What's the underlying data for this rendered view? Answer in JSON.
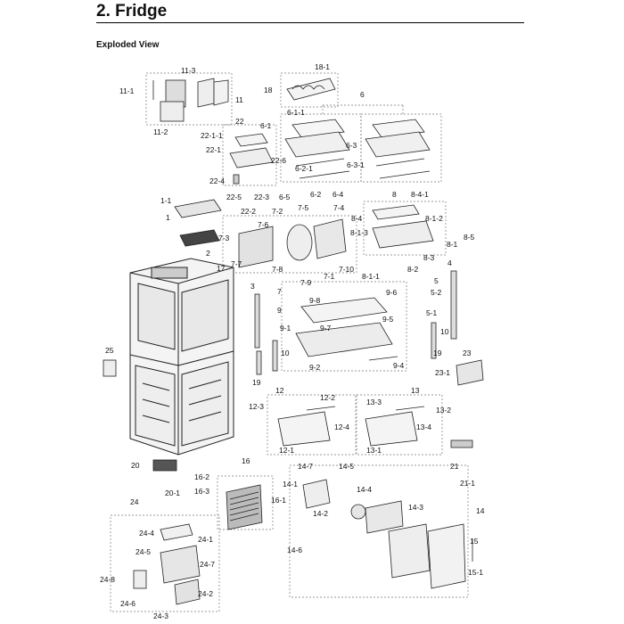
{
  "header": {
    "title": "2.  Fridge",
    "subtitle": "Exploded View"
  },
  "callouts": [
    {
      "id": "c-18-1",
      "text": "18-1"
    },
    {
      "id": "c-18",
      "text": "18"
    },
    {
      "id": "c-6",
      "text": "6"
    },
    {
      "id": "c-11-1",
      "text": "11-1"
    },
    {
      "id": "c-11-3",
      "text": "11-3"
    },
    {
      "id": "c-11",
      "text": "11"
    },
    {
      "id": "c-11-2",
      "text": "11-2"
    },
    {
      "id": "c-6-1-1",
      "text": "6-1-1"
    },
    {
      "id": "c-22",
      "text": "22"
    },
    {
      "id": "c-22-1-1",
      "text": "22-1-1"
    },
    {
      "id": "c-6-1",
      "text": "6-1"
    },
    {
      "id": "c-22-1",
      "text": "22-1"
    },
    {
      "id": "c-6-3",
      "text": "6-3"
    },
    {
      "id": "c-22-6",
      "text": "22-6"
    },
    {
      "id": "c-6-2-1",
      "text": "6-2-1"
    },
    {
      "id": "c-6-3-1",
      "text": "6-3-1"
    },
    {
      "id": "c-22-4",
      "text": "22-4"
    },
    {
      "id": "c-22-5",
      "text": "22-5"
    },
    {
      "id": "c-22-3",
      "text": "22-3"
    },
    {
      "id": "c-6-5",
      "text": "6-5"
    },
    {
      "id": "c-6-2",
      "text": "6-2"
    },
    {
      "id": "c-6-4",
      "text": "6-4"
    },
    {
      "id": "c-8",
      "text": "8"
    },
    {
      "id": "c-8-4-1",
      "text": "8-4-1"
    },
    {
      "id": "c-1-1",
      "text": "1-1"
    },
    {
      "id": "c-1",
      "text": "1"
    },
    {
      "id": "c-22-2",
      "text": "22-2"
    },
    {
      "id": "c-7-2",
      "text": "7-2"
    },
    {
      "id": "c-7-5",
      "text": "7-5"
    },
    {
      "id": "c-7-4",
      "text": "7-4"
    },
    {
      "id": "c-8-4",
      "text": "8-4"
    },
    {
      "id": "c-8-1-2",
      "text": "8-1-2"
    },
    {
      "id": "c-7-6",
      "text": "7-6"
    },
    {
      "id": "c-8-1-3",
      "text": "8-1-3"
    },
    {
      "id": "c-8-5",
      "text": "8-5"
    },
    {
      "id": "c-7-3",
      "text": "7-3"
    },
    {
      "id": "c-8-1",
      "text": "8-1"
    },
    {
      "id": "c-2",
      "text": "2"
    },
    {
      "id": "c-8-3",
      "text": "8-3"
    },
    {
      "id": "c-7-7",
      "text": "7-7"
    },
    {
      "id": "c-17",
      "text": "17"
    },
    {
      "id": "c-7-8",
      "text": "7-8"
    },
    {
      "id": "c-7-10",
      "text": "7-10"
    },
    {
      "id": "c-8-2",
      "text": "8-2"
    },
    {
      "id": "c-4",
      "text": "4"
    },
    {
      "id": "c-7-1",
      "text": "7-1"
    },
    {
      "id": "c-8-1-1",
      "text": "8-1-1"
    },
    {
      "id": "c-7-9",
      "text": "7-9"
    },
    {
      "id": "c-5",
      "text": "5"
    },
    {
      "id": "c-3",
      "text": "3"
    },
    {
      "id": "c-7",
      "text": "7"
    },
    {
      "id": "c-9-6",
      "text": "9-6"
    },
    {
      "id": "c-5-2",
      "text": "5-2"
    },
    {
      "id": "c-9-8",
      "text": "9-8"
    },
    {
      "id": "c-9",
      "text": "9"
    },
    {
      "id": "c-5-1",
      "text": "5-1"
    },
    {
      "id": "c-9-5",
      "text": "9-5"
    },
    {
      "id": "c-9-1",
      "text": "9-1"
    },
    {
      "id": "c-9-7",
      "text": "9-7"
    },
    {
      "id": "c-10-right",
      "text": "10"
    },
    {
      "id": "c-25",
      "text": "25"
    },
    {
      "id": "c-10",
      "text": "10"
    },
    {
      "id": "c-19-right",
      "text": "19"
    },
    {
      "id": "c-23",
      "text": "23"
    },
    {
      "id": "c-9-2",
      "text": "9-2"
    },
    {
      "id": "c-9-4",
      "text": "9-4"
    },
    {
      "id": "c-23-1",
      "text": "23-1"
    },
    {
      "id": "c-19",
      "text": "19"
    },
    {
      "id": "c-12",
      "text": "12"
    },
    {
      "id": "c-13",
      "text": "13"
    },
    {
      "id": "c-12-2",
      "text": "12-2"
    },
    {
      "id": "c-13-3",
      "text": "13-3"
    },
    {
      "id": "c-12-3",
      "text": "12-3"
    },
    {
      "id": "c-13-2",
      "text": "13-2"
    },
    {
      "id": "c-12-4",
      "text": "12-4"
    },
    {
      "id": "c-13-4",
      "text": "13-4"
    },
    {
      "id": "c-12-1",
      "text": "12-1"
    },
    {
      "id": "c-13-1",
      "text": "13-1"
    },
    {
      "id": "c-20",
      "text": "20"
    },
    {
      "id": "c-16",
      "text": "16"
    },
    {
      "id": "c-14-7",
      "text": "14-7"
    },
    {
      "id": "c-14-5",
      "text": "14-5"
    },
    {
      "id": "c-21",
      "text": "21"
    },
    {
      "id": "c-16-2",
      "text": "16-2"
    },
    {
      "id": "c-20-1",
      "text": "20-1"
    },
    {
      "id": "c-14-1",
      "text": "14-1"
    },
    {
      "id": "c-21-1",
      "text": "21-1"
    },
    {
      "id": "c-16-3",
      "text": "16-3"
    },
    {
      "id": "c-14-4",
      "text": "14-4"
    },
    {
      "id": "c-16-1",
      "text": "16-1"
    },
    {
      "id": "c-24",
      "text": "24"
    },
    {
      "id": "c-14-2",
      "text": "14-2"
    },
    {
      "id": "c-14-3",
      "text": "14-3"
    },
    {
      "id": "c-14",
      "text": "14"
    },
    {
      "id": "c-24-4",
      "text": "24-4"
    },
    {
      "id": "c-24-1",
      "text": "24-1"
    },
    {
      "id": "c-15",
      "text": "15"
    },
    {
      "id": "c-14-6",
      "text": "14-6"
    },
    {
      "id": "c-24-5",
      "text": "24-5"
    },
    {
      "id": "c-24-7",
      "text": "24-7"
    },
    {
      "id": "c-15-1",
      "text": "15-1"
    },
    {
      "id": "c-24-8",
      "text": "24-8"
    },
    {
      "id": "c-24-2",
      "text": "24-2"
    },
    {
      "id": "c-24-6",
      "text": "24-6"
    },
    {
      "id": "c-24-3",
      "text": "24-3"
    }
  ]
}
